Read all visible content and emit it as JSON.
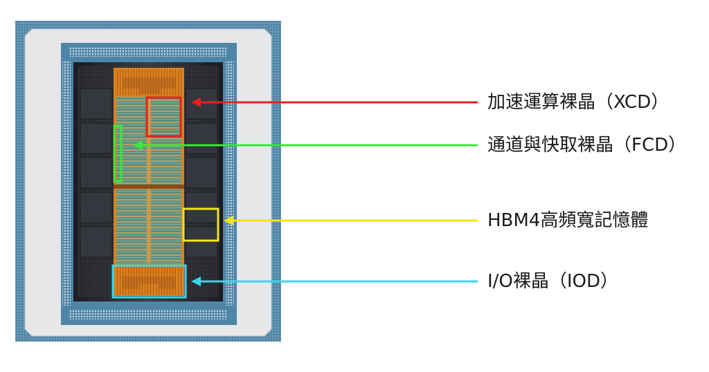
{
  "labels": [
    {
      "key": "xcd",
      "text": "加速運算裸晶（XCD）",
      "color": "#e2231a"
    },
    {
      "key": "fcd",
      "text": "通道與快取裸晶（FCD）",
      "color": "#39e839"
    },
    {
      "key": "hbm",
      "text": "HBM4高頻寬記憶體",
      "color": "#f5e51a"
    },
    {
      "key": "iod",
      "text": "I/O裸晶（IOD）",
      "color": "#36d6e6"
    }
  ],
  "package": {
    "substrate_color": "#4f86a8",
    "frame_color": "#e7e8ea",
    "interposer_color": "#2b2d31",
    "die_color": "#d9821e"
  }
}
